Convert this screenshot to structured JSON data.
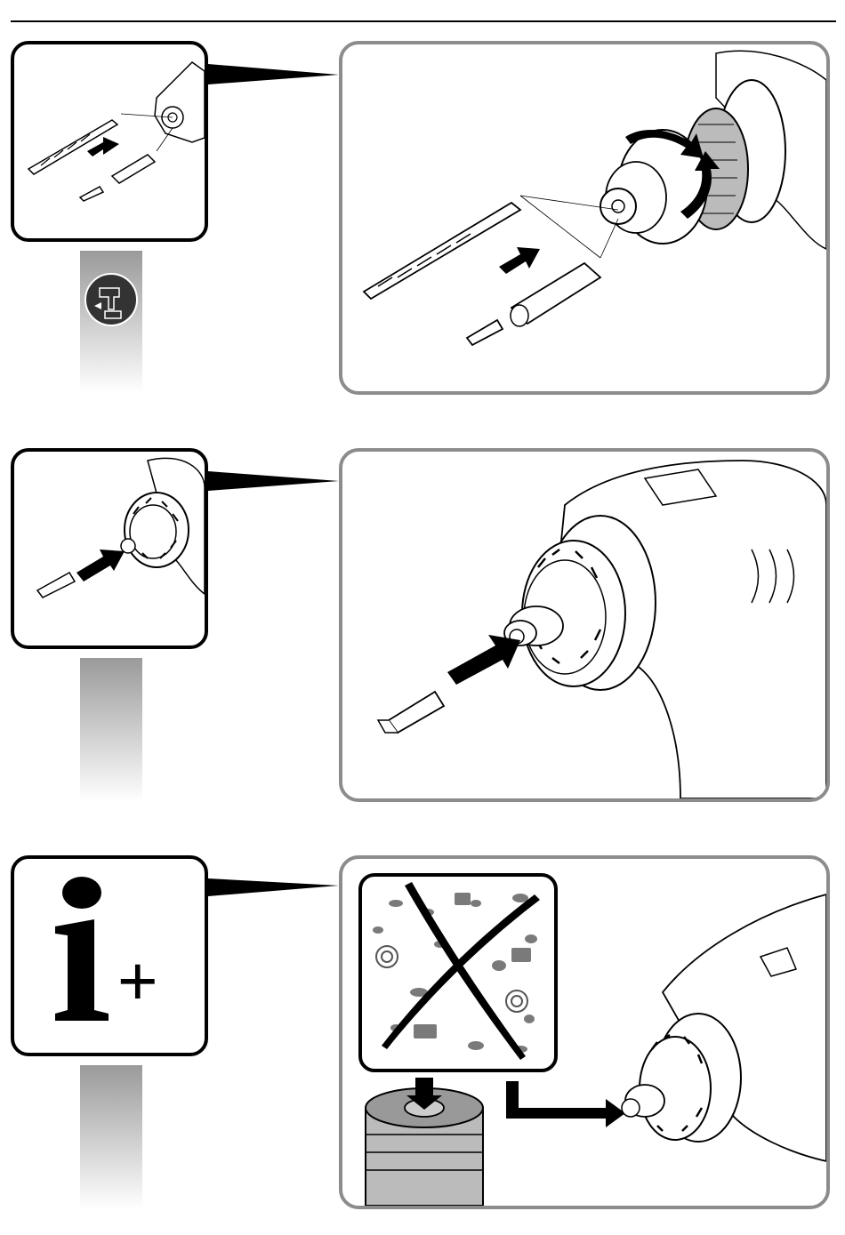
{
  "figure": {
    "panels": [
      {
        "id": "step-1",
        "description": "insert-drill-bit-or-screwdriver-bit-into-chuck"
      },
      {
        "id": "step-2",
        "description": "insert-screwdriver-bit-into-quick-release-holder"
      },
      {
        "id": "step-3",
        "description": "info-clean-holder-before-insertion"
      }
    ],
    "info_symbol": {
      "letter": "i",
      "plus": "+"
    },
    "icons": [
      "drill-battery-remove-icon",
      "push-arrow-icon",
      "rotate-arrow-icon",
      "bent-arrow-icon",
      "cross-out-icon"
    ],
    "colors": {
      "line": "#000000",
      "frame_detail": "#8c8c8c",
      "bar_top": "#9a9a9a",
      "bar_bottom": "#ffffff",
      "debris": "#7a7a7a"
    }
  }
}
